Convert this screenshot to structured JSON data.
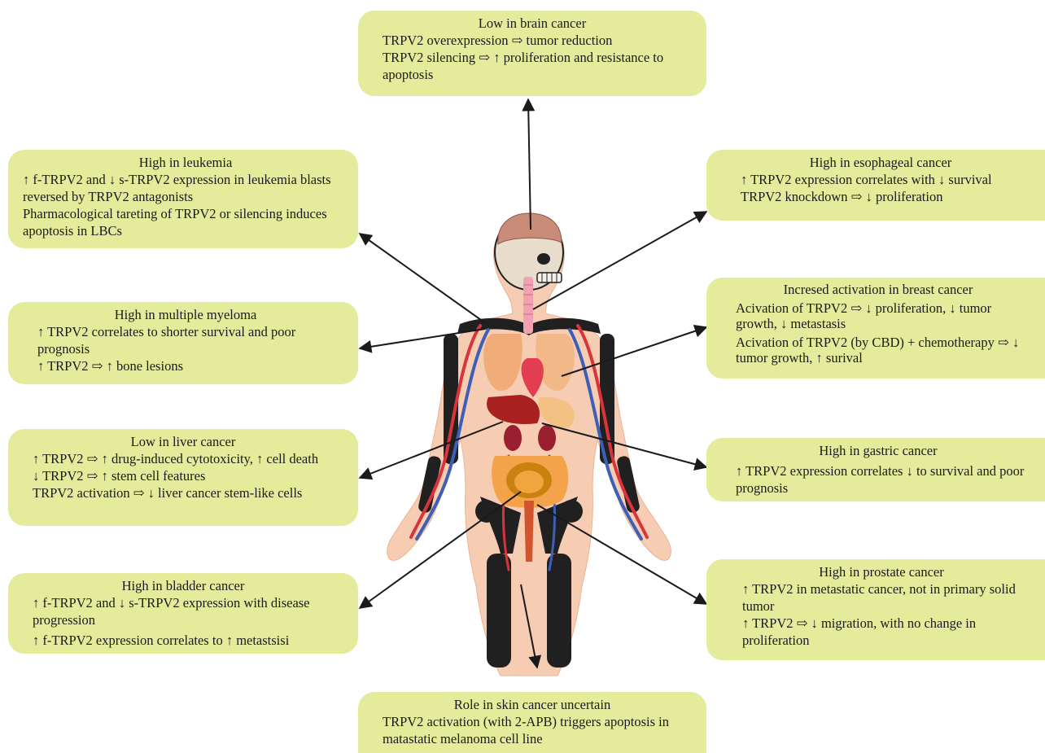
{
  "boxes": {
    "brain": {
      "title": "Low in brain cancer",
      "lines": [
        "TRPV2 overexpression ⇨ tumor reduction",
        "TRPV2 silencing ⇨ ↑ proliferation and resistance to apoptosis"
      ]
    },
    "leukemia": {
      "title": "High in leukemia",
      "lines": [
        "↑ f-TRPV2 and ↓ s-TRPV2 expression in leukemia blasts reversed by TRPV2 antagonists",
        "Pharmacological tareting of TRPV2 or silencing induces apoptosis in LBCs"
      ]
    },
    "myeloma": {
      "title": "High in multiple myeloma",
      "lines": [
        "↑ TRPV2 correlates to shorter survival and poor prognosis",
        "↑ TRPV2 ⇨ ↑ bone lesions"
      ]
    },
    "liver": {
      "title": "Low in liver cancer",
      "lines": [
        "↑ TRPV2 ⇨ ↑ drug-induced cytotoxicity, ↑ cell death",
        "↓ TRPV2 ⇨ ↑ stem cell features",
        "TRPV2 activation ⇨ ↓ liver cancer stem-like cells"
      ]
    },
    "bladder": {
      "title": "High in bladder cancer",
      "lines": [
        "↑ f-TRPV2 and ↓ s-TRPV2 expression with disease progression",
        "↑ f-TRPV2 expression correlates to ↑ metastsisi"
      ]
    },
    "skin": {
      "title": "Role in skin cancer uncertain",
      "lines": [
        "TRPV2 activation (with 2-APB) triggers apoptosis in matastatic melanoma cell line"
      ]
    },
    "esophageal": {
      "title": "High in esophageal cancer",
      "lines": [
        "↑ TRPV2 expression correlates with ↓ survival",
        "TRPV2 knockdown ⇨ ↓ proliferation"
      ]
    },
    "breast": {
      "title": "Incresed activation in breast cancer",
      "lines": [
        "Acivation of TRPV2 ⇨ ↓ proliferation, ↓ tumor growth, ↓ metastasis",
        "Acivation of TRPV2 (by CBD) + chemotherapy ⇨ ↓ tumor growth, ↑ surival"
      ]
    },
    "gastric": {
      "title": "High in gastric cancer",
      "lines": [
        "↑ TRPV2 expression correlates ↓ to survival and poor prognosis"
      ]
    },
    "prostate": {
      "title": "High in prostate cancer",
      "lines": [
        "↑ TRPV2 in metastatic cancer, not in primary solid tumor",
        "↑ TRPV2 ⇨ ↓ migration, with no change in proliferation"
      ]
    }
  },
  "colors": {
    "box_fill": "#e4ec9c",
    "arrow": "#1a1a1a",
    "skin": "#f6cdb3",
    "skeleton": "#202020",
    "artery": "#d8343a",
    "vein": "#3d5fb8",
    "brain": "#c98c79",
    "lung": "#f0ad7a",
    "liver": "#a82020",
    "heart": "#e23d50",
    "stomach": "#f3c184",
    "intestine": "#f5a34a"
  }
}
